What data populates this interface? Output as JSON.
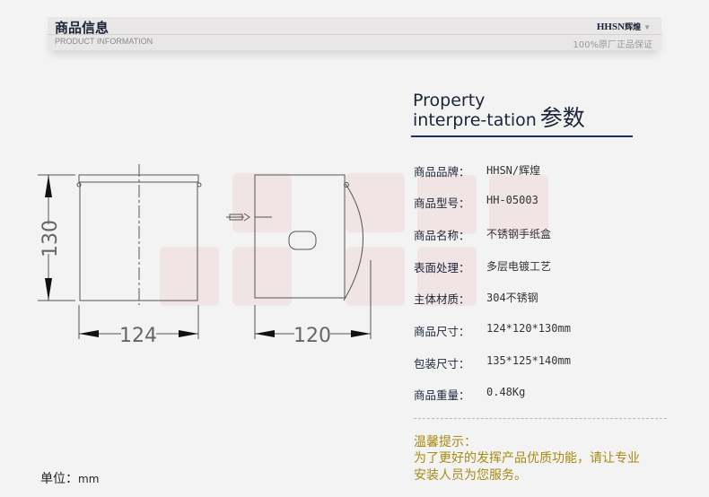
{
  "header": {
    "title": "商品信息",
    "subtitle": "PRODUCT INFORMATION",
    "brand": "HHSN",
    "brand_cn": "辉煌",
    "guarantee": "100%原厂正品保证"
  },
  "drawing": {
    "height_label": "130",
    "front_width_label": "124",
    "side_width_label": "120"
  },
  "specs": {
    "title_en_1": "Property",
    "title_en_2": "interpre-tation",
    "title_cn": "参数",
    "rows": [
      {
        "label": "商品品牌：",
        "value": "HHSN/辉煌"
      },
      {
        "label": "商品型号：",
        "value": "HH-05003"
      },
      {
        "label": "商品名称：",
        "value": "不锈钢手纸盒"
      },
      {
        "label": "表面处理：",
        "value": "多层电镀工艺"
      },
      {
        "label": "主体材质：",
        "value": "304不锈钢"
      },
      {
        "label": "商品尺寸：",
        "value": "124*120*130mm"
      },
      {
        "label": "包装尺寸：",
        "value": "135*125*140mm"
      },
      {
        "label": "商品重量：",
        "value": "0.48Kg"
      }
    ]
  },
  "tip": {
    "title": "温馨提示：",
    "line1": "为了更好的发挥产品优质功能，请让专业",
    "line2": "安装人员为您服务。"
  },
  "unit": {
    "label": "单位：",
    "value": "mm"
  }
}
